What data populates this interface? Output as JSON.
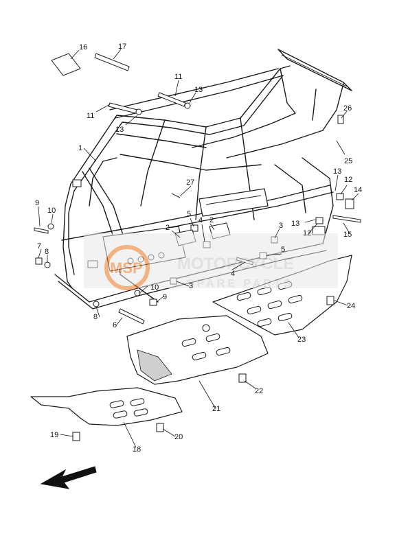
{
  "callouts": [
    {
      "id": "c16",
      "label": "16"
    },
    {
      "id": "c17",
      "label": "17"
    },
    {
      "id": "c11a",
      "label": "11"
    },
    {
      "id": "c13a",
      "label": "13"
    },
    {
      "id": "c11b",
      "label": "11"
    },
    {
      "id": "c13b",
      "label": "13"
    },
    {
      "id": "c1",
      "label": "1"
    },
    {
      "id": "c26",
      "label": "26"
    },
    {
      "id": "c25",
      "label": "25"
    },
    {
      "id": "c13c",
      "label": "13"
    },
    {
      "id": "c12a",
      "label": "12"
    },
    {
      "id": "c14",
      "label": "14"
    },
    {
      "id": "c27",
      "label": "27"
    },
    {
      "id": "c9a",
      "label": "9"
    },
    {
      "id": "c10a",
      "label": "10"
    },
    {
      "id": "c5a",
      "label": "5"
    },
    {
      "id": "c4a",
      "label": "4"
    },
    {
      "id": "c2a",
      "label": "2"
    },
    {
      "id": "c2b",
      "label": "2"
    },
    {
      "id": "c3a",
      "label": "3"
    },
    {
      "id": "c13d",
      "label": "13"
    },
    {
      "id": "c12b",
      "label": "12"
    },
    {
      "id": "c15",
      "label": "15"
    },
    {
      "id": "c7",
      "label": "7"
    },
    {
      "id": "c8a",
      "label": "8"
    },
    {
      "id": "c5b",
      "label": "5"
    },
    {
      "id": "c4b",
      "label": "4"
    },
    {
      "id": "c3b",
      "label": "3"
    },
    {
      "id": "c10b",
      "label": "10"
    },
    {
      "id": "c9b",
      "label": "9"
    },
    {
      "id": "c8b",
      "label": "8"
    },
    {
      "id": "c6",
      "label": "6"
    },
    {
      "id": "c24",
      "label": "24"
    },
    {
      "id": "c23",
      "label": "23"
    },
    {
      "id": "c22",
      "label": "22"
    },
    {
      "id": "c21",
      "label": "21"
    },
    {
      "id": "c20",
      "label": "20"
    },
    {
      "id": "c19",
      "label": "19"
    },
    {
      "id": "c18",
      "label": "18"
    }
  ],
  "watermark": {
    "brand": "MOTORCYCLE",
    "sub": "SPARE PARTS",
    "badge": "MSP",
    "colors": {
      "badge": "#e8741e",
      "text": "#c9c9c9"
    }
  },
  "icons": {
    "arrow": "direction-arrow-icon"
  }
}
